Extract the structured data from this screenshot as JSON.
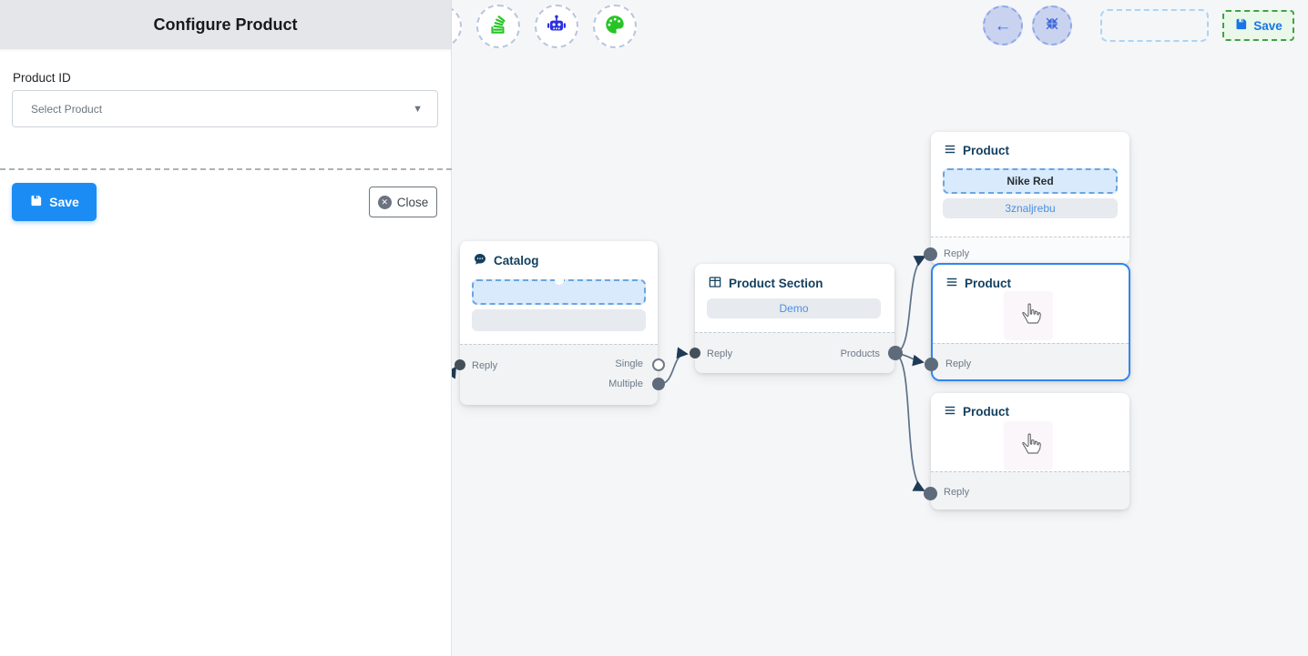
{
  "panel": {
    "title": "Configure Product",
    "product_id_label": "Product ID",
    "select_placeholder": "Select Product",
    "save_label": "Save",
    "close_label": "Close",
    "close_glyph": "✕"
  },
  "toolbar": {
    "icons": [
      "stack-icon",
      "robot-icon",
      "palette-icon"
    ]
  },
  "topbar": {
    "back_glyph": "←",
    "save_label": "Save"
  },
  "nodes": {
    "catalog": {
      "title": "Catalog",
      "reply": "Reply",
      "single": "Single",
      "multiple": "Multiple"
    },
    "section": {
      "title": "Product Section",
      "value": "Demo",
      "reply": "Reply",
      "products": "Products"
    },
    "product1": {
      "title": "Product",
      "option1": "Nike Red",
      "option2": "3znaljrebu",
      "reply": "Reply"
    },
    "product2": {
      "title": "Product",
      "reply": "Reply"
    },
    "product3": {
      "title": "Product",
      "reply": "Reply"
    }
  },
  "colors": {
    "accent_blue": "#1b8cf4",
    "link_blue": "#4a90e8",
    "title_navy": "#14405f",
    "edge_slate": "#5d7187",
    "arrow_navy": "#1f3a55",
    "selected_border": "#2e86ef",
    "icon_green": "#27c427",
    "icon_robot_blue": "#2b2fe3",
    "save_green_bg": "#e9f8e9",
    "save_green_border": "#43a047",
    "nav_circle_bg": "#c9d3f0"
  }
}
